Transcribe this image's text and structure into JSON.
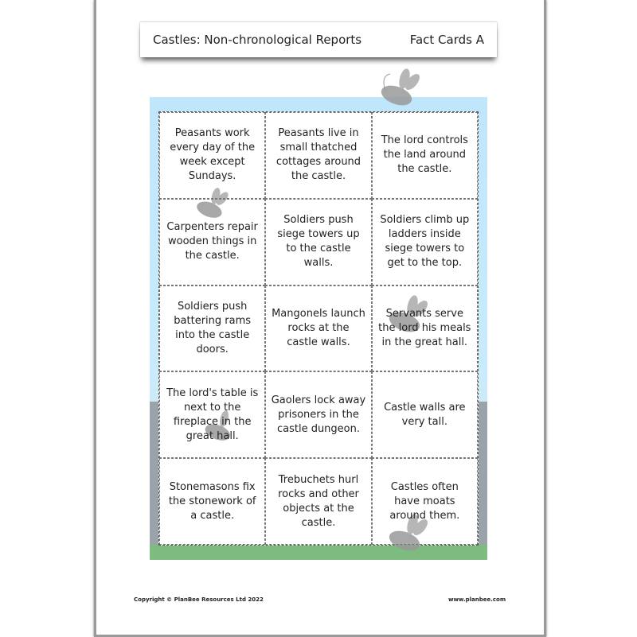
{
  "header": {
    "title": "Castles: Non-chronological Reports",
    "subtitle": "Fact Cards A"
  },
  "cards": [
    "Peasants work every day of the week except Sundays.",
    "Peasants live in small thatched cottages around the castle.",
    "The lord controls the land around the castle.",
    "Carpenters repair wooden things in the castle.",
    "Soldiers push siege towers up to the castle walls.",
    "Soldiers climb up ladders inside siege towers to get to the top.",
    "Soldiers push battering rams into the castle doors.",
    "Mangonels launch rocks at the castle walls.",
    "Servants serve the lord his meals in the great hall.",
    "The lord's table is next to the fireplace in the great hall.",
    "Gaolers lock away prisoners in the castle dungeon.",
    "Castle walls are very tall.",
    "Stonemasons fix the stonework of a castle.",
    "Trebuchets hurl rocks and other objects at the castle.",
    "Castles often have moats around them."
  ],
  "footer": {
    "copyright": "Copyright © PlanBee Resources Ltd 2022",
    "website": "www.planbee.com"
  },
  "colors": {
    "sky": "#bfe6fb",
    "grass": "#7dbb80",
    "watermark": "#999999"
  }
}
